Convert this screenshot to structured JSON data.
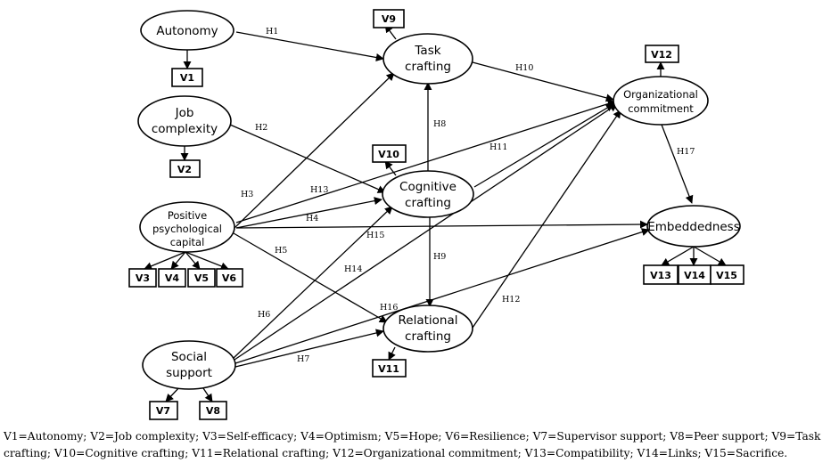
{
  "nodes": {
    "autonomy": [
      "Autonomy"
    ],
    "job_complexity": [
      "Job",
      "complexity"
    ],
    "psycap": [
      "Positive",
      "psychological",
      "capital"
    ],
    "social_support": [
      "Social",
      "support"
    ],
    "task_crafting": [
      "Task",
      "crafting"
    ],
    "cognitive_crafting": [
      "Cognitive",
      "crafting"
    ],
    "relational_crafting": [
      "Relational",
      "crafting"
    ],
    "org_commitment": [
      "Organizational",
      "commitment"
    ],
    "embeddedness": [
      "Embeddedness"
    ]
  },
  "indicators": [
    "V1",
    "V2",
    "V3",
    "V4",
    "V5",
    "V6",
    "V7",
    "V8",
    "V9",
    "V10",
    "V11",
    "V12",
    "V13",
    "V14",
    "V15"
  ],
  "hypotheses": [
    "H1",
    "H2",
    "H3",
    "H4",
    "H5",
    "H6",
    "H7",
    "H8",
    "H9",
    "H10",
    "H11",
    "H12",
    "H13",
    "H14",
    "H15",
    "H16",
    "H17"
  ],
  "caption": "V1=Autonomy; V2=Job complexity; V3=Self-efficacy; V4=Optimism; V5=Hope; V6=Resilience; V7=Supervisor support; V8=Peer support; V9=Task crafting; V10=Cognitive crafting; V11=Relational crafting; V12=Organizational commitment; V13=Compatibility; V14=Links; V15=Sacrifice."
}
